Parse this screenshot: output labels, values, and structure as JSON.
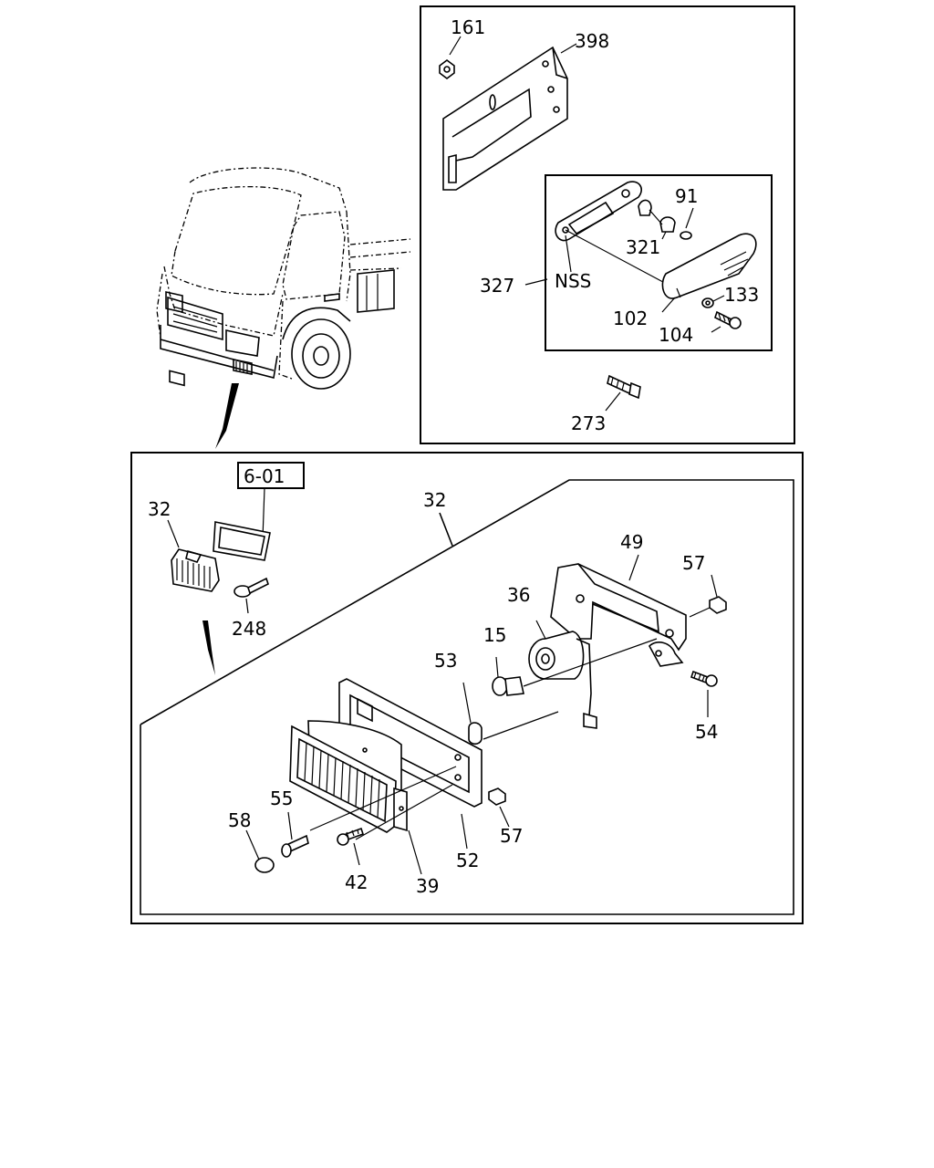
{
  "reference_box": "6-01",
  "side_marker": "NSS",
  "callouts": {
    "c161": "161",
    "c398": "398",
    "c91": "91",
    "c321": "321",
    "c327": "327",
    "c133": "133",
    "c102": "102",
    "c104": "104",
    "c273": "273",
    "c32a": "32",
    "c32b": "32",
    "c248": "248",
    "c49": "49",
    "c57a": "57",
    "c36": "36",
    "c15": "15",
    "c53": "53",
    "c54": "54",
    "c55": "55",
    "c58": "58",
    "c57b": "57",
    "c52": "52",
    "c42": "42",
    "c39": "39"
  }
}
